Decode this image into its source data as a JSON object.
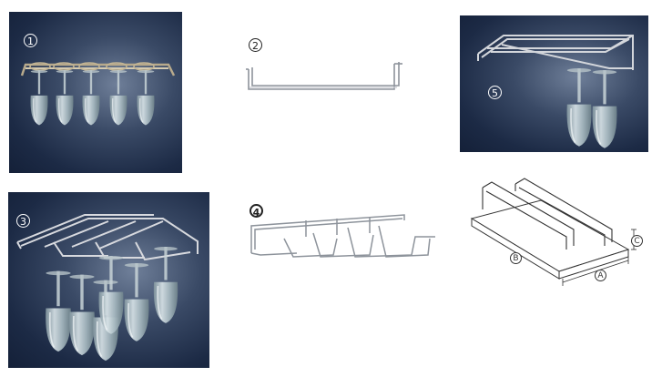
{
  "items": [
    {
      "number": "1"
    },
    {
      "number": "2"
    },
    {
      "number": "3"
    },
    {
      "number": "4"
    },
    {
      "number": "5"
    }
  ],
  "diagram": {
    "dimension_labels": {
      "a": "A",
      "b": "B",
      "c": "C"
    }
  },
  "colors": {
    "photo_background": "#1c2a45",
    "chrome": "#c9ccd2",
    "glass": "#b9c8cf"
  }
}
